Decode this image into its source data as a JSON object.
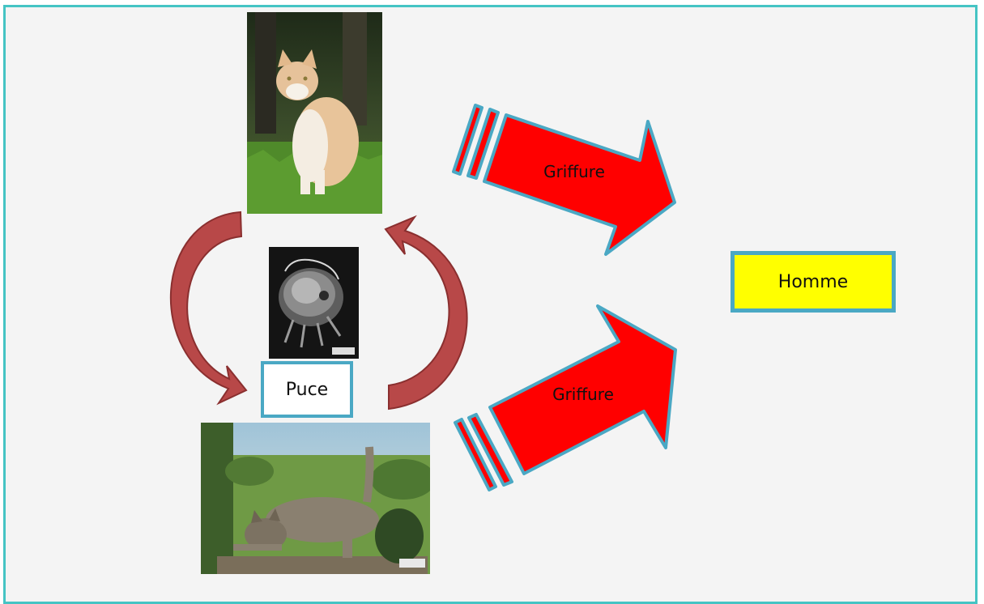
{
  "nodes": {
    "puce": "Puce",
    "homme": "Homme"
  },
  "arrows": {
    "upper_label": "Griffure",
    "lower_label": "Griffure"
  },
  "images": {
    "cat_sitting": "photo-cat-sitting",
    "flea": "photo-flea-micrograph",
    "cat_stretching": "photo-cat-stretching"
  },
  "colors": {
    "frame_border": "#45c4c4",
    "arrow_red": "#ff0000",
    "arrow_outline": "#4aa8c4",
    "cycle_arrow": "#b84848",
    "homme_fill": "#ffff00"
  }
}
